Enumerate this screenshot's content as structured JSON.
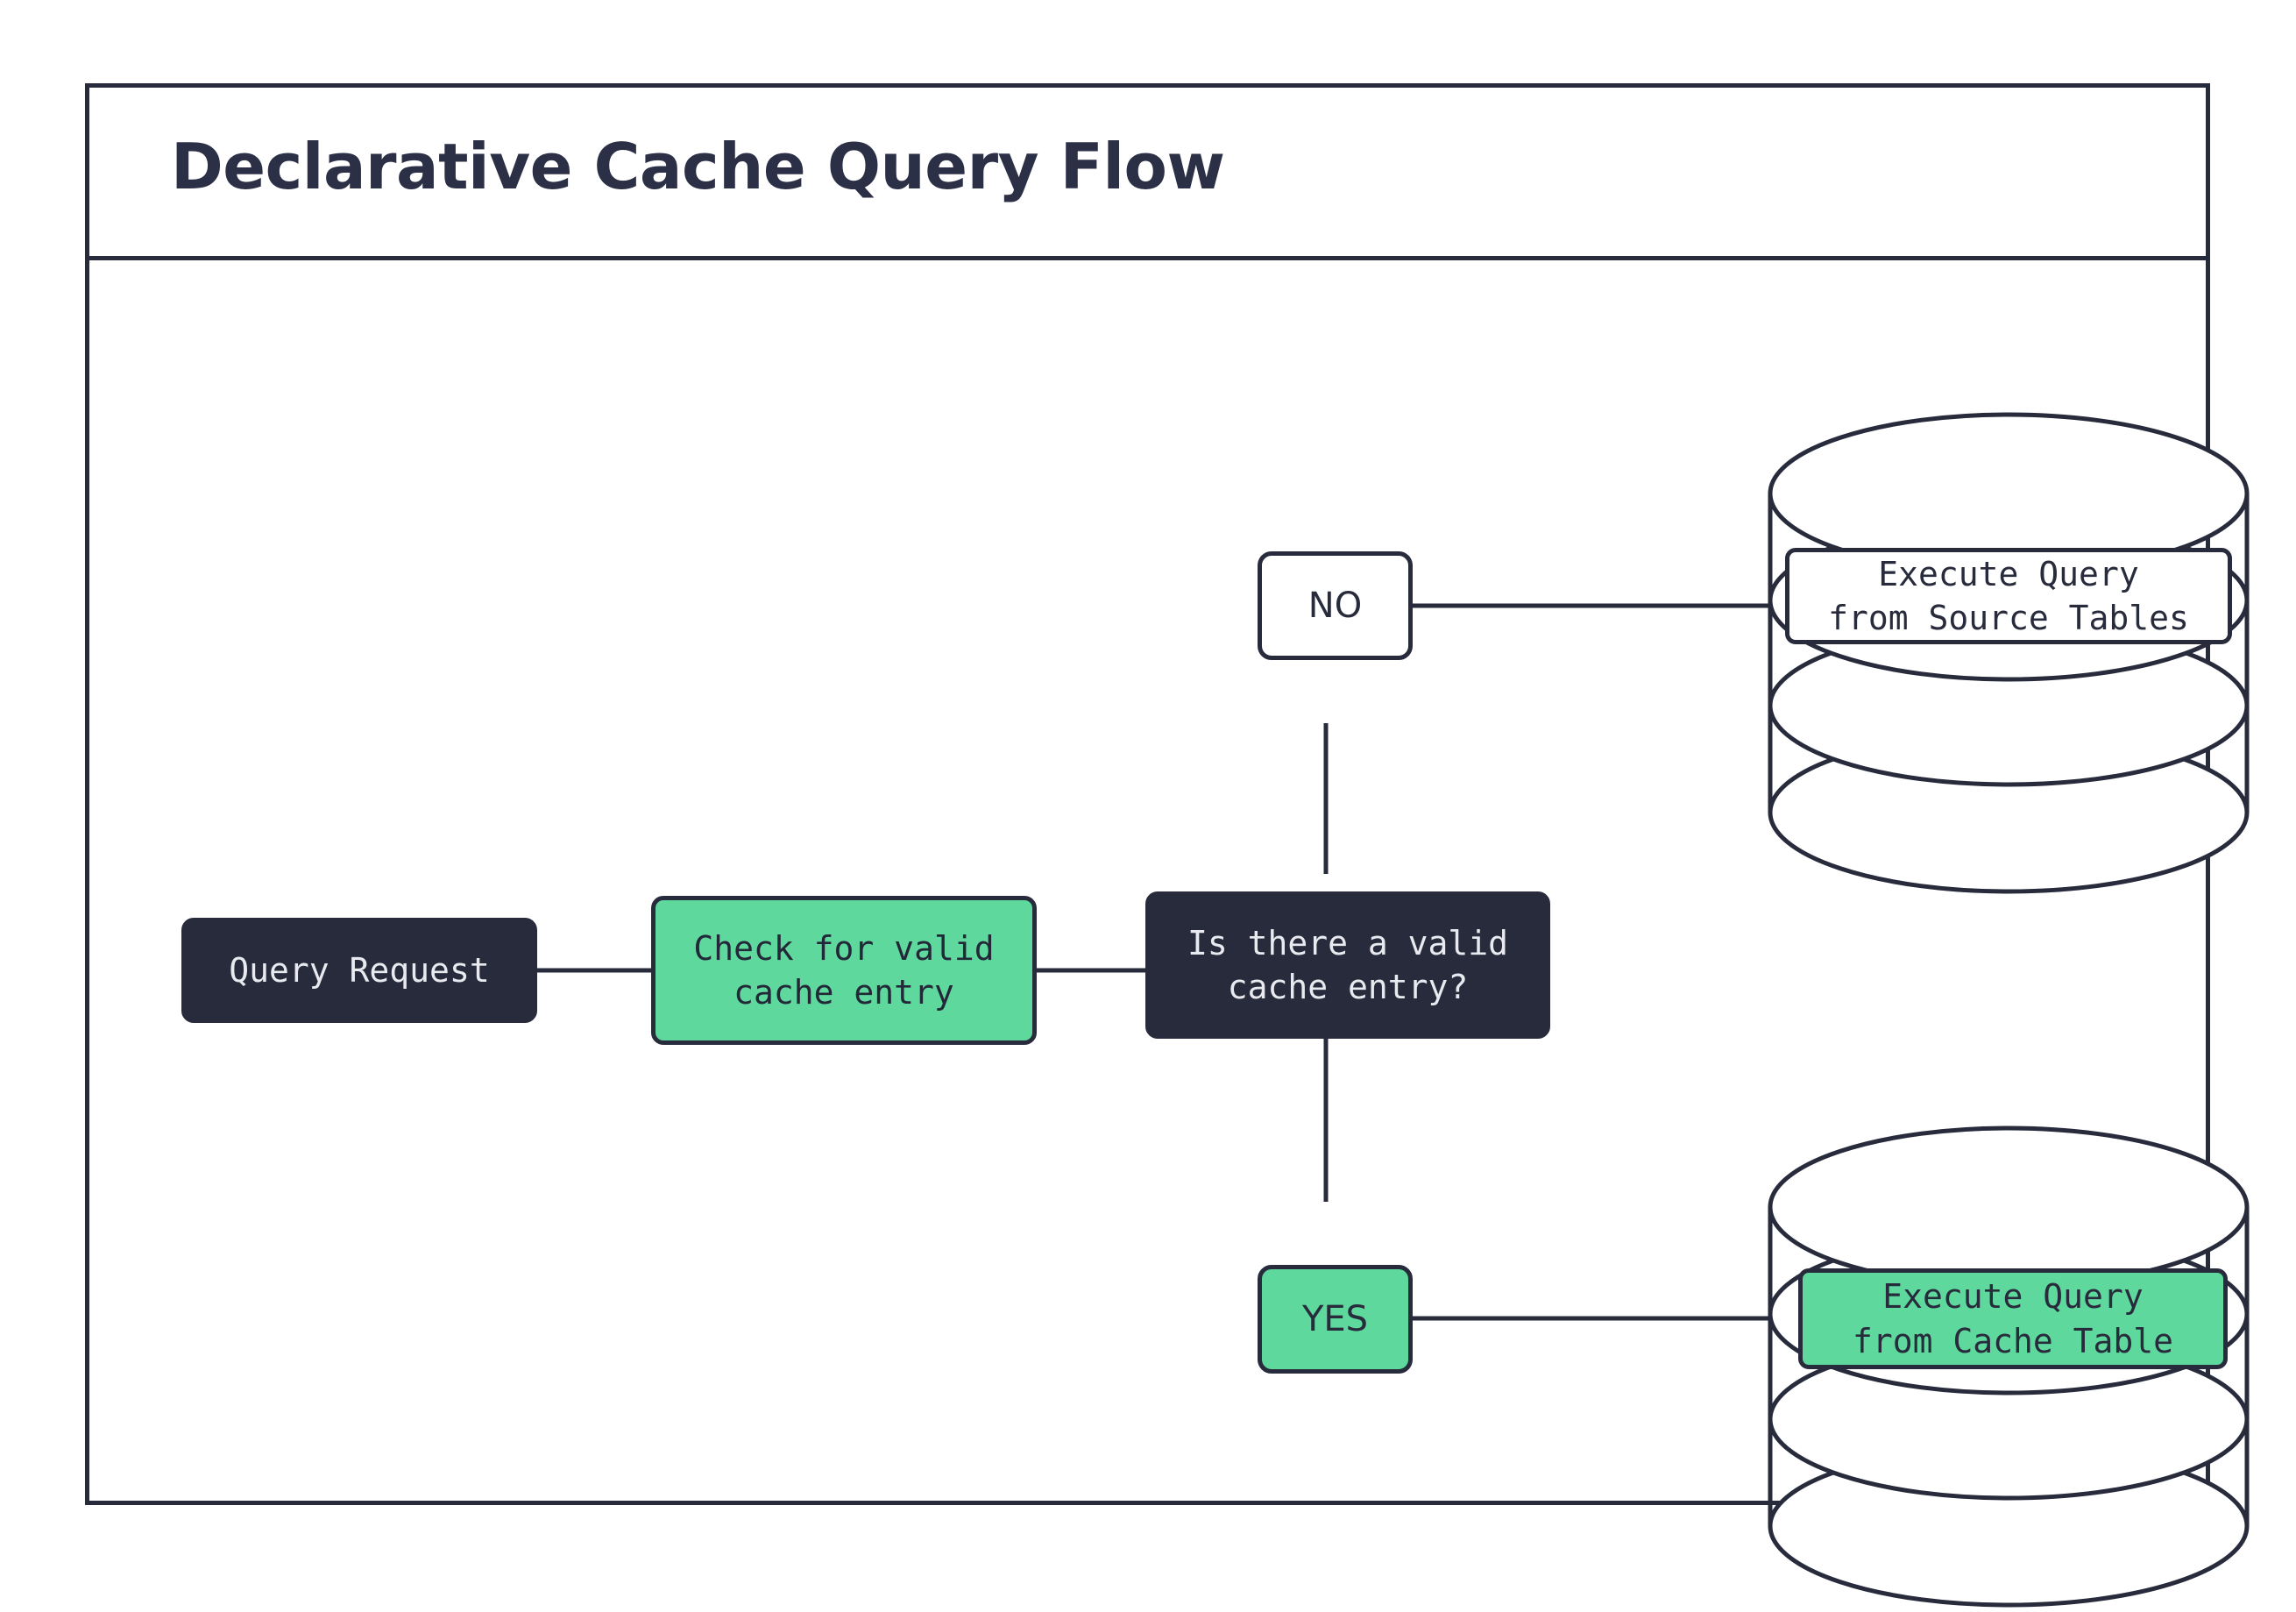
{
  "diagram": {
    "title": "Declarative Cache Query Flow",
    "theme": {
      "dark": "#272b3b",
      "green": "#5fd89d",
      "white": "#ffffff",
      "stroke": "#272b3b",
      "title_color": "#2b3047"
    },
    "nodes": [
      {
        "id": "query-request",
        "label": "Query Request",
        "style": "dark",
        "shape": "rounded-rect"
      },
      {
        "id": "check-cache",
        "label": "Check for valid\ncache entry",
        "style": "green",
        "shape": "rounded-rect"
      },
      {
        "id": "decision",
        "label": "Is there a valid\ncache entry?",
        "style": "dark",
        "shape": "rounded-rect"
      },
      {
        "id": "source-tables-db",
        "label": "Execute Query\nfrom Source Tables",
        "style": "white",
        "shape": "cylinder"
      },
      {
        "id": "cache-table-db",
        "label": "Execute Query\nfrom Cache Table",
        "style": "green",
        "shape": "cylinder"
      }
    ],
    "edge_labels": [
      {
        "id": "no",
        "label": "NO",
        "style": "white"
      },
      {
        "id": "yes",
        "label": "YES",
        "style": "green"
      }
    ],
    "edges": [
      {
        "from": "query-request",
        "to": "check-cache"
      },
      {
        "from": "check-cache",
        "to": "decision"
      },
      {
        "from": "decision",
        "to": "no",
        "branch": "NO"
      },
      {
        "from": "no",
        "to": "source-tables-db"
      },
      {
        "from": "decision",
        "to": "yes",
        "branch": "YES"
      },
      {
        "from": "yes",
        "to": "cache-table-db"
      }
    ]
  }
}
